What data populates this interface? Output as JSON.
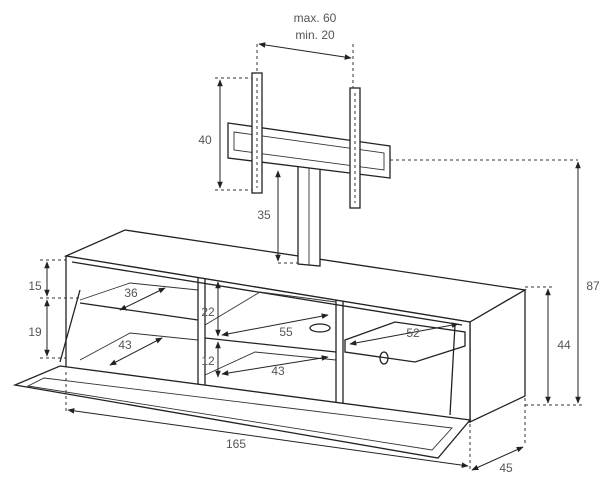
{
  "mount": {
    "max_label": "max. 60",
    "min_label": "min. 20",
    "bracket_height": "40",
    "post_height": "35"
  },
  "cabinet": {
    "total_height": "87",
    "cabinet_height": "44",
    "left_upper_height": "15",
    "left_lower_height": "19",
    "left_upper_depth": "36",
    "left_lower_depth": "43",
    "center_upper_height": "22",
    "center_upper_width": "55",
    "center_lower_height": "12",
    "center_lower_depth": "43",
    "right_shelf_width": "52",
    "width": "165",
    "depth": "45"
  }
}
